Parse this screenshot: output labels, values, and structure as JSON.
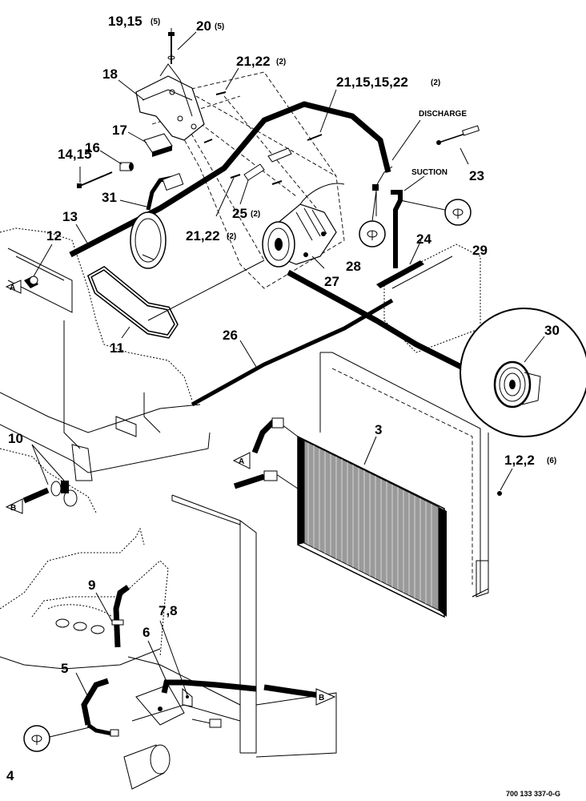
{
  "callouts": {
    "c19_15": {
      "num": "19,15",
      "qty": "(5)"
    },
    "c20": {
      "num": "20",
      "qty": "(5)"
    },
    "c18": {
      "num": "18",
      "qty": ""
    },
    "c21_22_top": {
      "num": "21,22",
      "qty": "(2)"
    },
    "c21_15_15_22": {
      "num": "21,15,15,22",
      "qty": "(2)"
    },
    "c17": {
      "num": "17",
      "qty": ""
    },
    "c16": {
      "num": "16",
      "qty": ""
    },
    "c14_15": {
      "num": "14,15",
      "qty": ""
    },
    "c23": {
      "num": "23",
      "qty": ""
    },
    "c31": {
      "num": "31",
      "qty": ""
    },
    "c13": {
      "num": "13",
      "qty": ""
    },
    "c12": {
      "num": "12",
      "qty": ""
    },
    "c25": {
      "num": "25",
      "qty": "(2)"
    },
    "c21_22_mid": {
      "num": "21,22",
      "qty": "(2)"
    },
    "c29": {
      "num": "29",
      "qty": ""
    },
    "c24": {
      "num": "24",
      "qty": ""
    },
    "c28": {
      "num": "28",
      "qty": ""
    },
    "c27": {
      "num": "27",
      "qty": ""
    },
    "c30": {
      "num": "30",
      "qty": ""
    },
    "c11": {
      "num": "11",
      "qty": ""
    },
    "c26": {
      "num": "26",
      "qty": ""
    },
    "c3": {
      "num": "3",
      "qty": ""
    },
    "c1_2_2": {
      "num": "1,2,2",
      "qty": "(6)"
    },
    "c10": {
      "num": "10",
      "qty": ""
    },
    "c9": {
      "num": "9",
      "qty": ""
    },
    "c7_8": {
      "num": "7,8",
      "qty": ""
    },
    "c6": {
      "num": "6",
      "qty": ""
    },
    "c5": {
      "num": "5",
      "qty": ""
    },
    "c4": {
      "num": "4",
      "qty": ""
    }
  },
  "words": {
    "discharge": "DISCHARGE",
    "suction": "SUCTION"
  },
  "connectors": {
    "a": "A",
    "b": "B"
  },
  "figure_ref": "700 133 337-0-G"
}
